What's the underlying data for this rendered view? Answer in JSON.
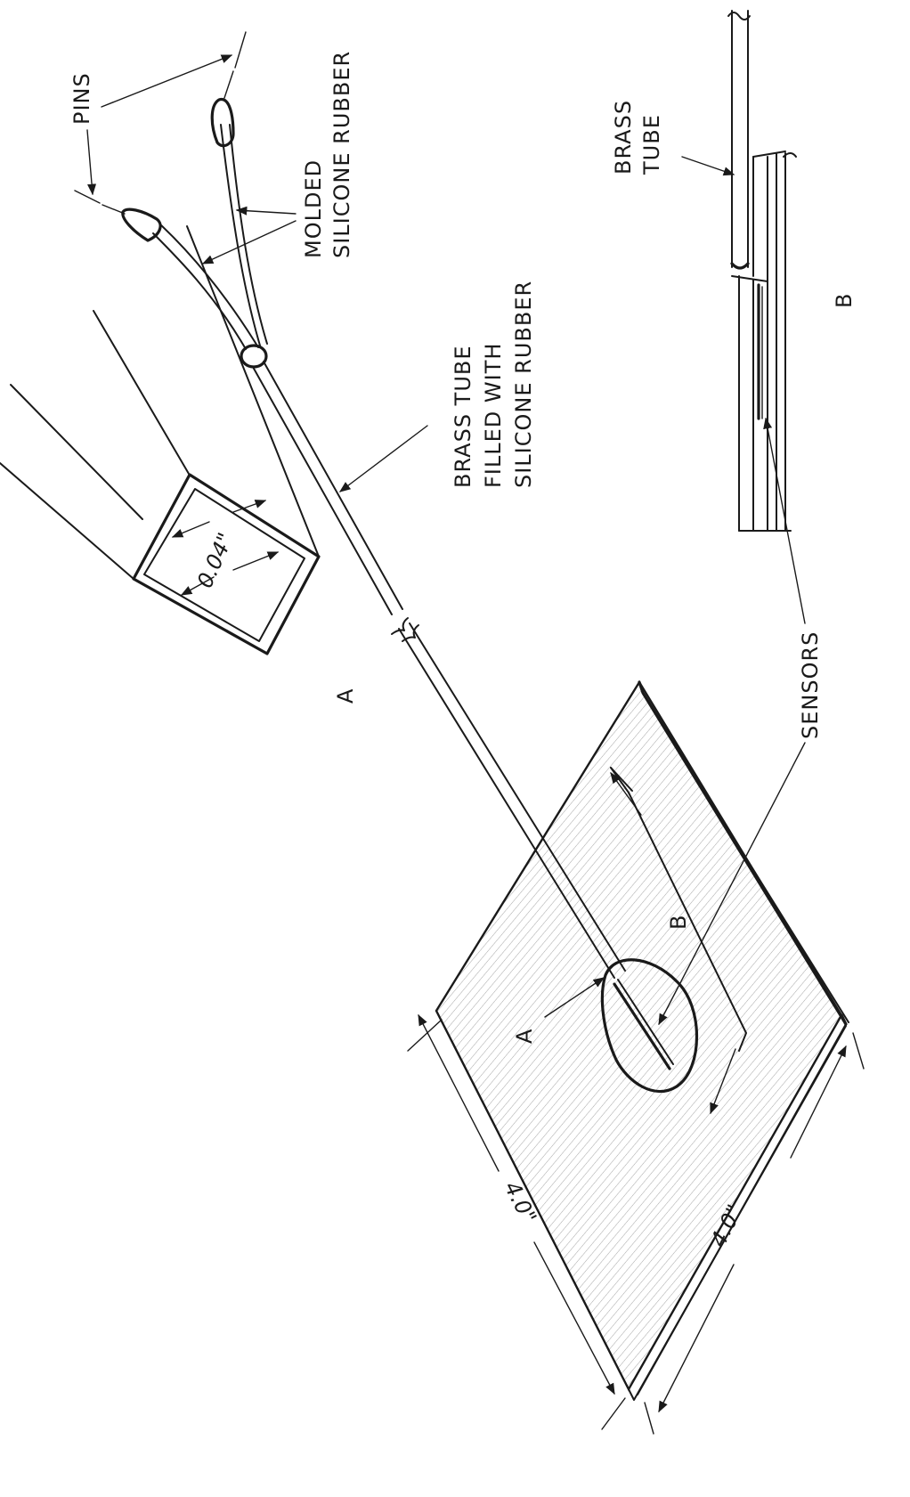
{
  "labels": {
    "pins": "PINS",
    "molded_1": "MOLDED",
    "molded_2": "SILICONE RUBBER",
    "brass_tube_filled_1": "BRASS TUBE",
    "brass_tube_filled_2": "FILLED WITH",
    "brass_tube_filled_3": "SILICONE RUBBER",
    "brass_tube_detail_1": "BRASS",
    "brass_tube_detail_2": "TUBE",
    "sensors": "SENSORS",
    "detail_a": "A",
    "detail_b": "B",
    "callout_a": "A",
    "callout_b": "B",
    "dim_tube": "0.04\"",
    "dim_plate_left": "4.0\"",
    "dim_plate_right": "4.0\""
  },
  "colors": {
    "ink": "#1a1a1a",
    "paper": "#ffffff"
  }
}
